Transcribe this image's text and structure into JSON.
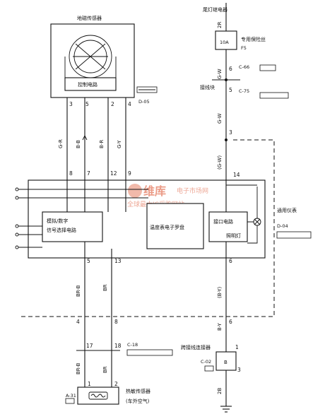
{
  "title_sensor": "地磁传感器",
  "tail_relay": "尾灯继电器",
  "control_circuit": "控制电路",
  "code_d05": "D-05",
  "fuse": {
    "name": "专用保险丝",
    "rating": "10A",
    "id": "F5",
    "wire": "2R"
  },
  "connector_block": "接线块",
  "conn": {
    "c66": "C-66",
    "c75": "C-75",
    "d04": "D-04",
    "c18": "C-18",
    "c02": "C-02",
    "a31": "A-31"
  },
  "meter": "通用仪表",
  "adc": {
    "line1": "模拟/数字",
    "line2": "信号选择电路"
  },
  "temp_compass": "温度表电子罗盘",
  "iface": "接口电路",
  "lamp": "照明灯",
  "jumper": "跨接线连接器",
  "thermo": {
    "line1": "热敏传感器",
    "line2": "(车外空气)"
  },
  "watermark": {
    "brand": "维库",
    "sub": "电子市场网",
    "sub2": "全球最大IC采购网站"
  },
  "wires": {
    "gr": "G-R",
    "bb": "B-B",
    "br_u": "B-R",
    "gy": "G-Y",
    "gw": "G-W",
    "gw_p": "(G-W)",
    "br_b": "BR-B",
    "br": "BR",
    "by_p": "(B-Y)",
    "by": "B-Y",
    "b": "B",
    "b2": "2B"
  },
  "pins": {
    "s3": "3",
    "s5": "5",
    "s2": "2",
    "s4": "4",
    "m8": "8",
    "m7": "7",
    "m12": "12",
    "m9": "9",
    "m14": "14",
    "m5": "5",
    "m13": "13",
    "m6": "6",
    "p6": "6",
    "p5": "5",
    "p3": "3",
    "j4": "4",
    "j8": "8",
    "j17": "17",
    "j18": "18",
    "a1": "1",
    "a2": "2",
    "t1": "1",
    "t3": "3",
    "t6": "6"
  }
}
